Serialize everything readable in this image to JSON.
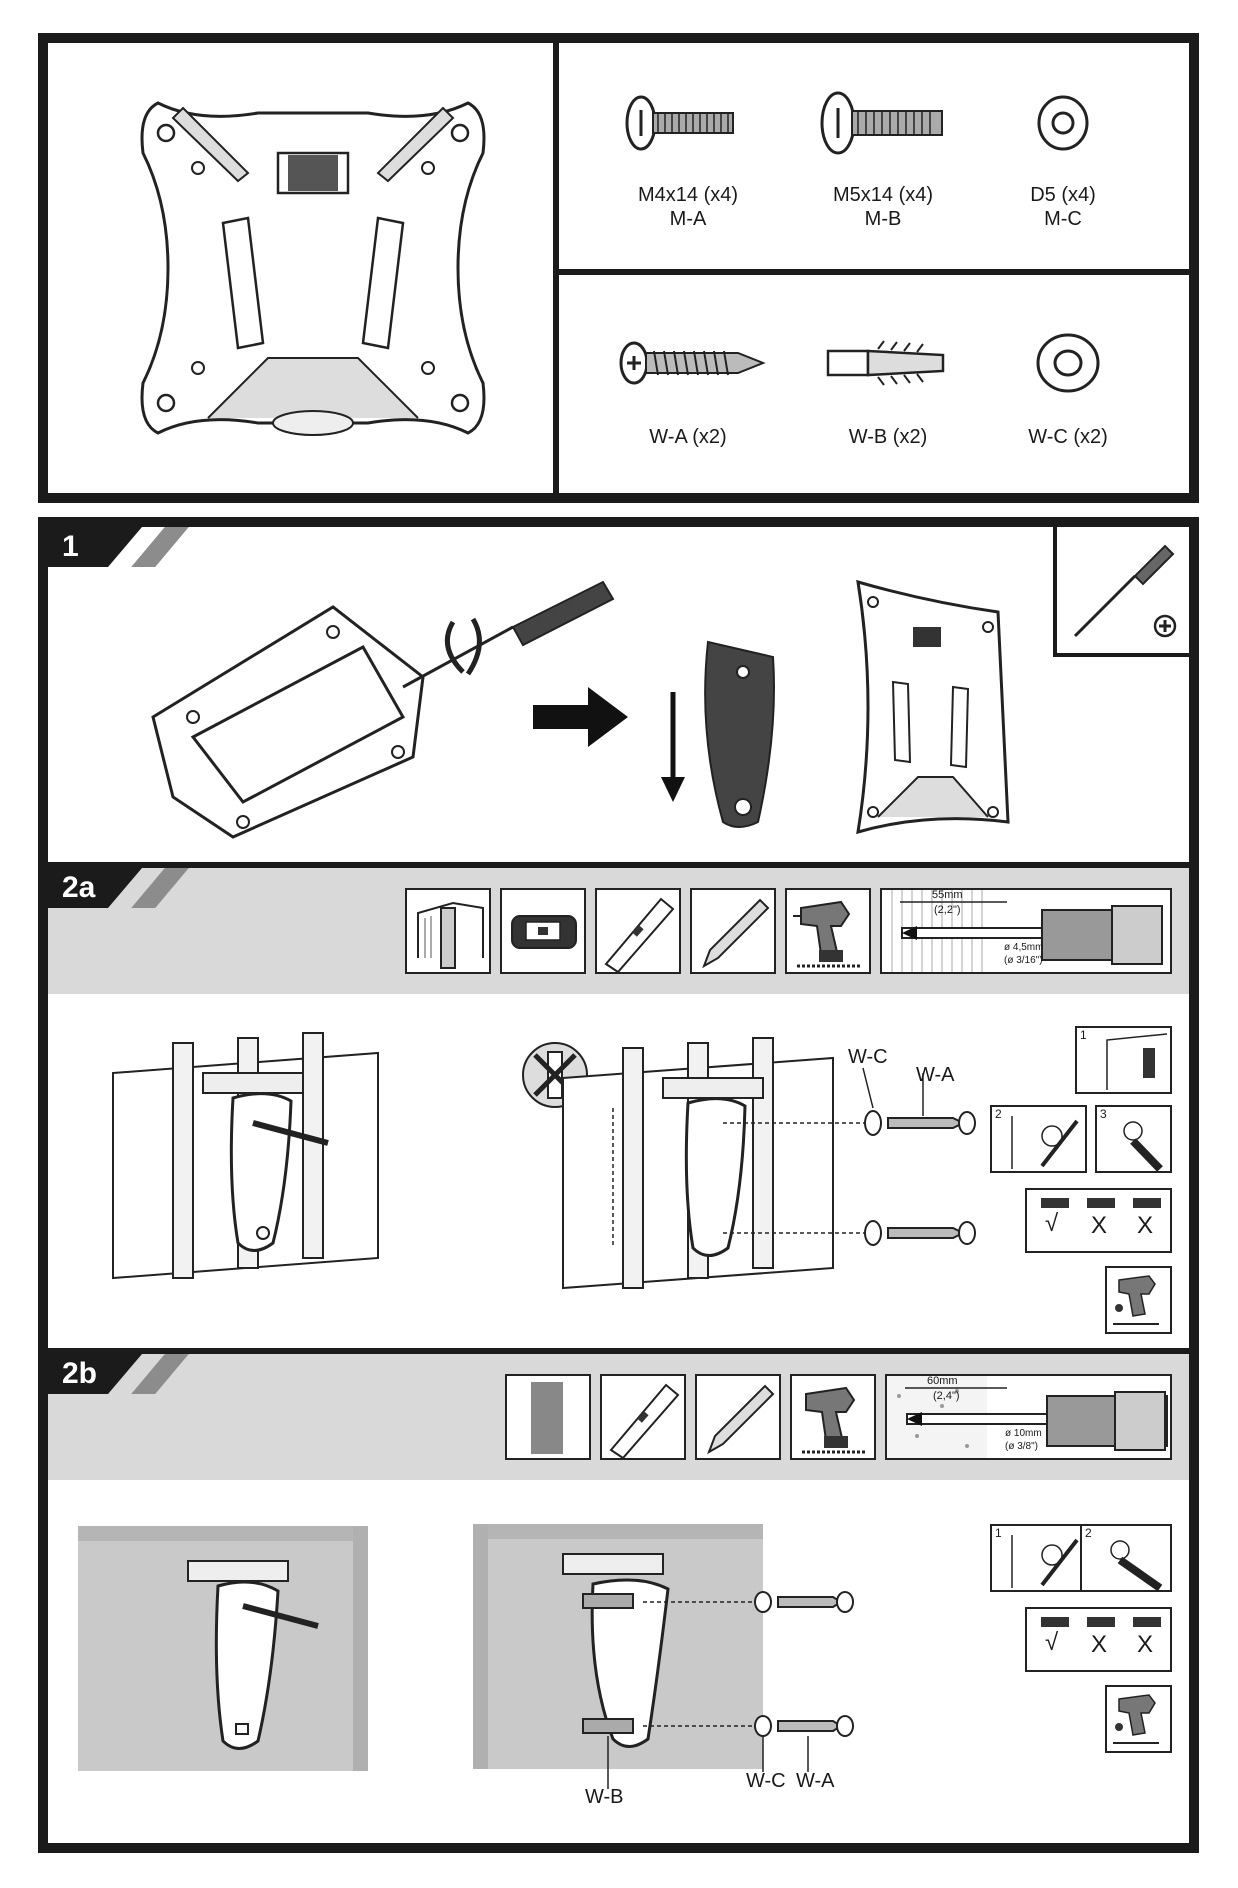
{
  "parts": {
    "top_row": [
      {
        "label": "M4x14 (x4)",
        "code": "M-A",
        "icon": "machine-screw-icon"
      },
      {
        "label": "M5x14 (x4)",
        "code": "M-B",
        "icon": "machine-screw-icon"
      },
      {
        "label": "D5 (x4)",
        "code": "M-C",
        "icon": "washer-icon"
      }
    ],
    "bottom_row": [
      {
        "label": "W-A (x2)",
        "icon": "wood-screw-icon"
      },
      {
        "label": "W-B (x2)",
        "icon": "wall-plug-icon"
      },
      {
        "label": "W-C (x2)",
        "icon": "washer-icon"
      }
    ]
  },
  "steps": {
    "step1": {
      "number": "1"
    },
    "step2a": {
      "number": "2a",
      "drill_distance_mm": "55mm",
      "drill_distance_in": "(2,2\")",
      "drill_diameter_mm": "ø 4,5mm",
      "drill_diameter_in": "(ø 3/16\")",
      "callout_washer": "W-C",
      "callout_screw": "W-A",
      "substeps": [
        "1",
        "2",
        "3"
      ],
      "check": [
        "√",
        "X",
        "X"
      ]
    },
    "step2b": {
      "number": "2b",
      "drill_distance_mm": "60mm",
      "drill_distance_in": "(2,4\")",
      "drill_diameter_mm": "ø 10mm",
      "drill_diameter_in": "(ø 3/8\")",
      "callout_plug": "W-B",
      "callout_washer": "W-C",
      "callout_screw": "W-A",
      "substeps": [
        "1",
        "2"
      ],
      "check": [
        "√",
        "X",
        "X"
      ]
    }
  },
  "colors": {
    "frame": "#1b1b1b",
    "band": "#d9d9d9",
    "wall": "#c9c9c9"
  }
}
